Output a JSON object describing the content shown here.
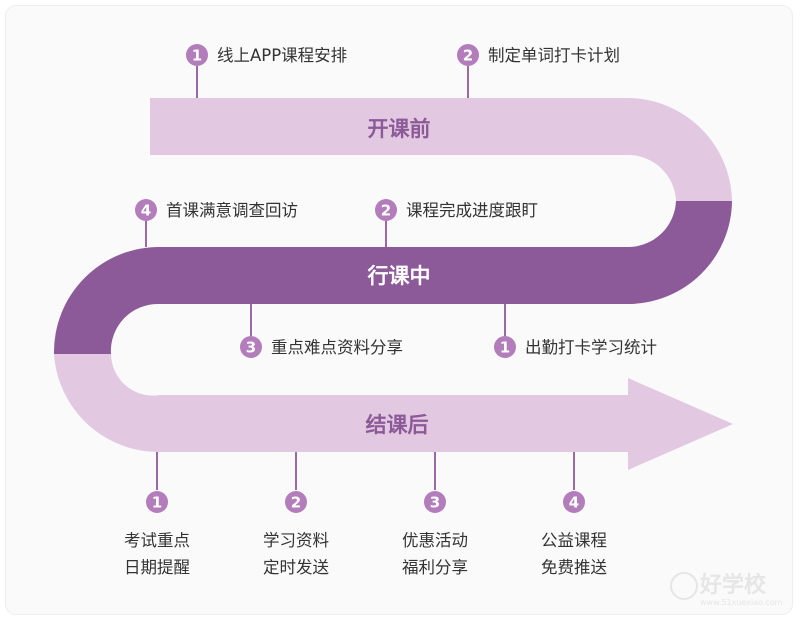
{
  "colors": {
    "light": "#e3c8e1",
    "dark": "#8c5a98",
    "badge": "#b27dba",
    "connector": "#9b6aa6",
    "text": "#333333",
    "phase_text_light": "#8c5a98",
    "phase_text_dark": "#ffffff"
  },
  "phases": {
    "before": {
      "label": "开课前",
      "items": [
        {
          "num": "1",
          "text": "线上APP课程安排"
        },
        {
          "num": "2",
          "text": "制定单词打卡计划"
        }
      ]
    },
    "during": {
      "label": "行课中",
      "items": [
        {
          "num": "4",
          "text": "首课满意调查回访"
        },
        {
          "num": "2",
          "text": "课程完成进度跟盯"
        },
        {
          "num": "3",
          "text": "重点难点资料分享"
        },
        {
          "num": "1",
          "text": "出勤打卡学习统计"
        }
      ]
    },
    "after": {
      "label": "结课后",
      "items": [
        {
          "num": "1",
          "line1": "考试重点",
          "line2": "日期提醒"
        },
        {
          "num": "2",
          "line1": "学习资料",
          "line2": "定时发送"
        },
        {
          "num": "3",
          "line1": "优惠活动",
          "line2": "福利分享"
        },
        {
          "num": "4",
          "line1": "公益课程",
          "line2": "免费推送"
        }
      ]
    }
  },
  "watermark": {
    "brand": "好学校",
    "url": "www.51xuexiao.com"
  }
}
